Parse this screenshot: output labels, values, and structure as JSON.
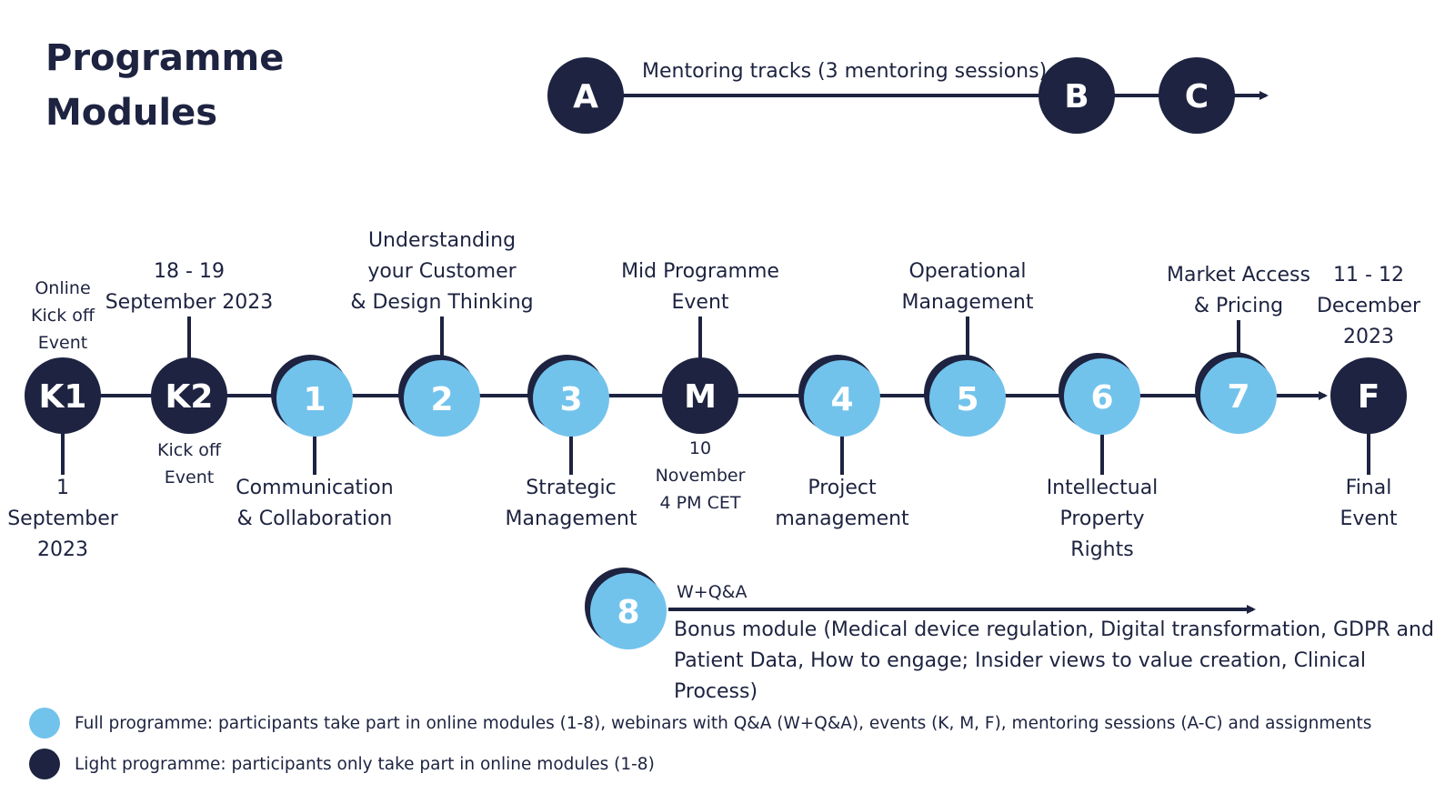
{
  "title": [
    "Programme",
    "Modules"
  ],
  "colors": {
    "dark": "#1d2340",
    "light": "#72c3ec",
    "line": "#1d2340"
  },
  "mentoring": {
    "label": "Mentoring tracks (3 mentoring sessions)",
    "nodes": [
      "A",
      "B",
      "C"
    ]
  },
  "timeline": {
    "nodes": [
      {
        "id": "K1",
        "style": "dark",
        "above": "Online\nKick off\nEvent",
        "below": "1\nSeptember\n2023"
      },
      {
        "id": "K2",
        "style": "dark",
        "above": "18 - 19\nSeptember 2023",
        "below": "Kick off\nEvent"
      },
      {
        "id": "1",
        "style": "light",
        "above": "",
        "below": "Communication\n& Collaboration"
      },
      {
        "id": "2",
        "style": "light",
        "above": "Understanding\nyour Customer\n& Design Thinking",
        "below": ""
      },
      {
        "id": "3",
        "style": "light",
        "above": "",
        "below": "Strategic\nManagement"
      },
      {
        "id": "M",
        "style": "dark",
        "above": "Mid Programme\nEvent",
        "below": "10\nNovember\n4 PM CET"
      },
      {
        "id": "4",
        "style": "light",
        "above": "",
        "below": "Project\nmanagement"
      },
      {
        "id": "5",
        "style": "light",
        "above": "Operational\nManagement",
        "below": ""
      },
      {
        "id": "6",
        "style": "light",
        "above": "",
        "below": "Intellectual\nProperty\nRights"
      },
      {
        "id": "7",
        "style": "light",
        "above": "Market Access\n& Pricing",
        "below": ""
      },
      {
        "id": "F",
        "style": "dark",
        "above": "11 - 12\nDecember\n2023",
        "below": "Final\nEvent"
      }
    ]
  },
  "bonus": {
    "id": "8",
    "tag": "W+Q&A",
    "description": "Bonus module (Medical device regulation, Digital transformation, GDPR and\nPatient Data, How to engage; Insider views to value creation, Clinical Process)"
  },
  "legend": [
    {
      "style": "light",
      "text": "Full programme: participants take part in online modules (1-8), webinars with Q&A (W+Q&A), events (K, M, F), mentoring sessions (A-C) and assignments"
    },
    {
      "style": "dark",
      "text": "Light programme: participants only take part in online modules (1-8)"
    }
  ]
}
